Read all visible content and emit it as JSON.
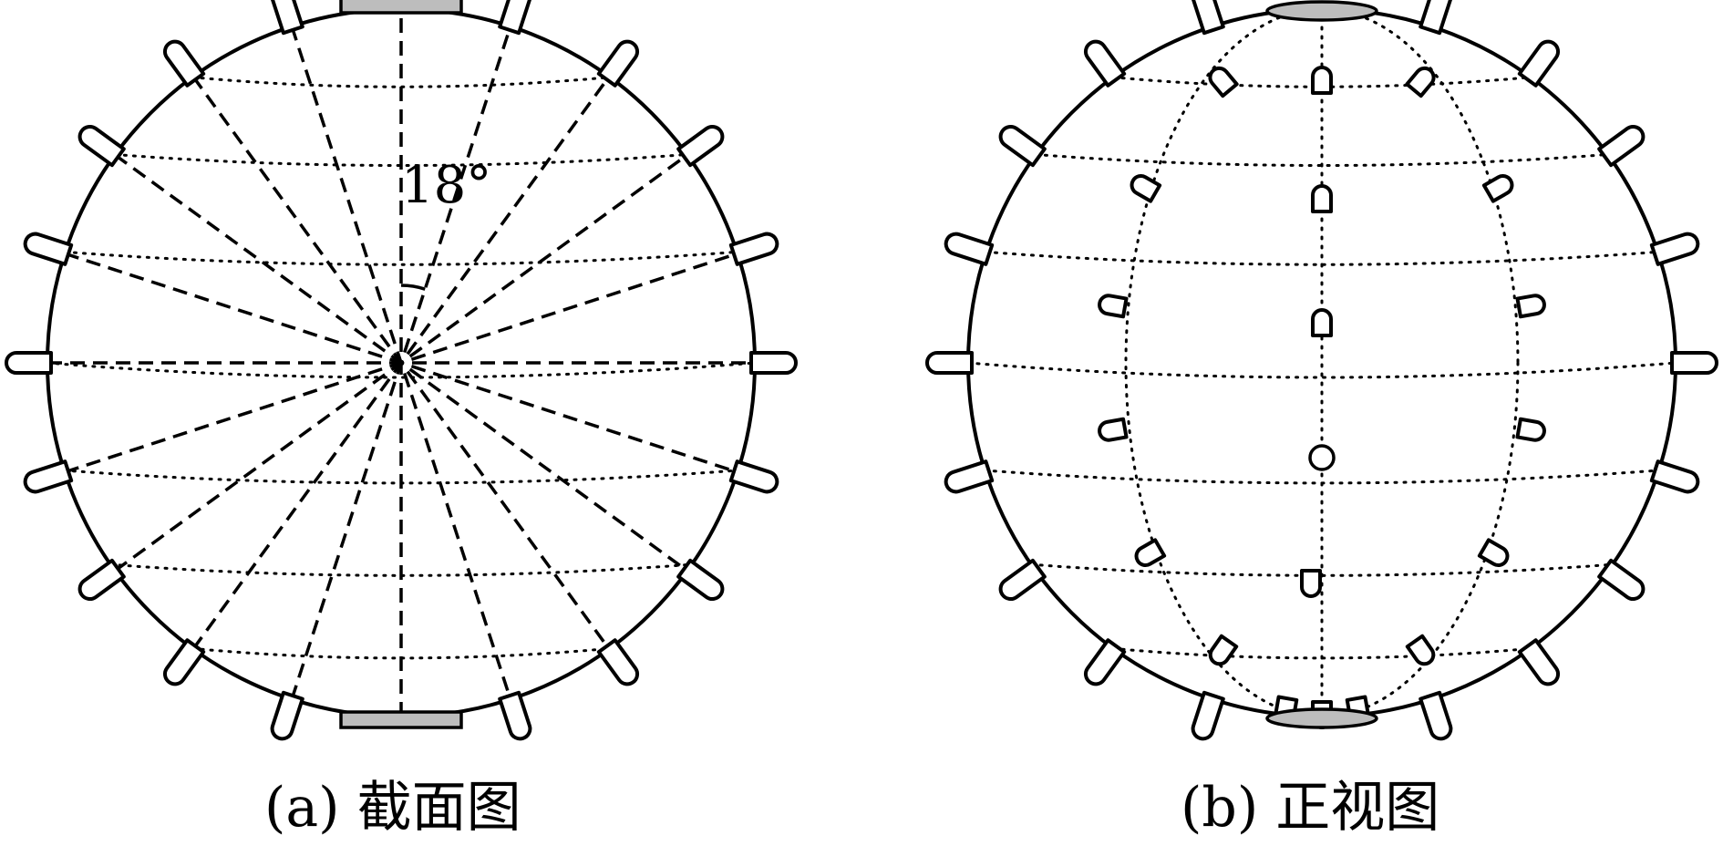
{
  "figure": {
    "panels": [
      {
        "id": "a",
        "caption": "(a) 截面图",
        "angle_label": "18°",
        "view": "cross-section"
      },
      {
        "id": "b",
        "caption": "(b) 正视图",
        "view": "front"
      }
    ],
    "colors": {
      "line": "#000000",
      "plate_fill": "#bdbdbd",
      "background": "#ffffff"
    },
    "rod_count_per_side": 9,
    "angle_step_degrees": 18
  }
}
